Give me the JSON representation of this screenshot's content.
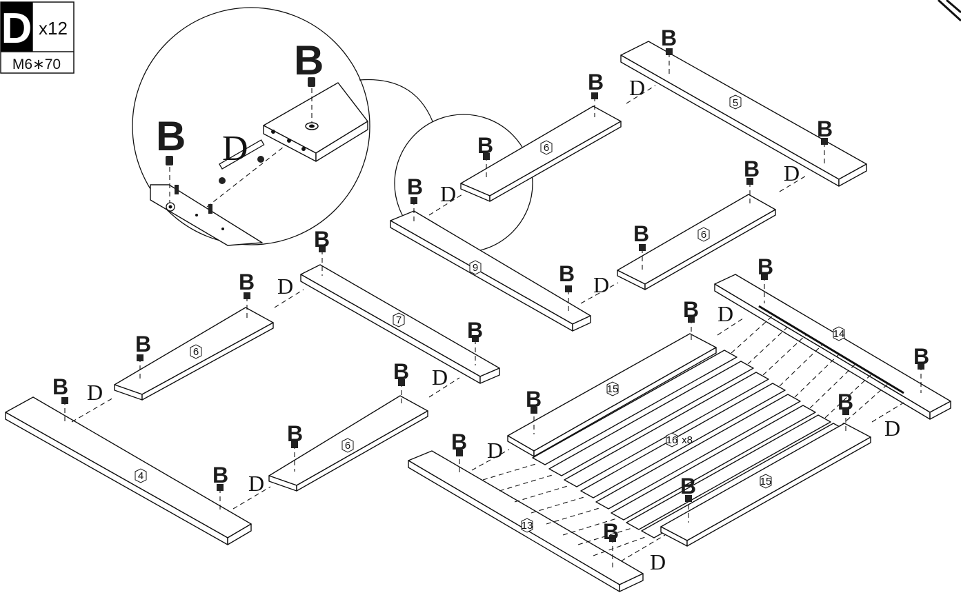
{
  "legend": {
    "part_letter": "D",
    "quantity": "x12",
    "size": "M6∗70"
  },
  "labels": {
    "bolt": "B",
    "dowel": "D"
  },
  "parts": {
    "p4": "4",
    "p5": "5",
    "p6": "6",
    "p7": "7",
    "p9": "9",
    "p13": "13",
    "p14": "14",
    "p15": "15",
    "p16": "16",
    "p16_qty": "x8"
  },
  "colors": {
    "line": "#111111",
    "label_dark": "#1c1c1c",
    "background": "#ffffff"
  }
}
